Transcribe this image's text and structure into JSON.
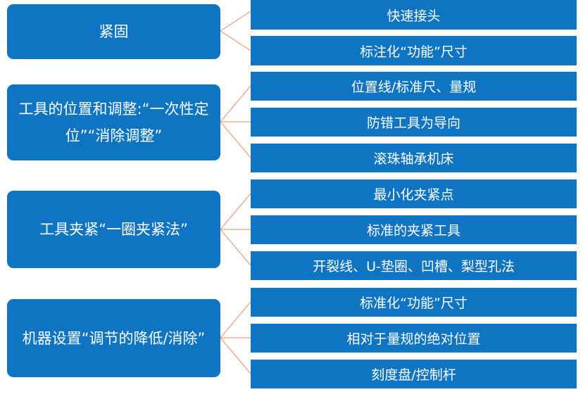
{
  "groups": [
    {
      "title": "紧固",
      "items": [
        "快速接头",
        "标注化“功能”尺寸"
      ]
    },
    {
      "title": "工具的位置和调整:“一次性定位”“消除调整”",
      "items": [
        "位置线/标准尺、量规",
        "防错工具为导向",
        "滚珠轴承机床"
      ]
    },
    {
      "title": "工具夹紧“一圈夹紧法”",
      "items": [
        "最小化夹紧点",
        "标准的夹紧工具",
        "开裂线、U-垫圈、凹槽、梨型孔法"
      ]
    },
    {
      "title": "机器设置“调节的降低/消除”",
      "items": [
        "标准化“功能”尺寸",
        "相对于量规的绝对位置",
        "刻度盘/控制杆"
      ]
    }
  ],
  "colors": {
    "box": "#0f75c3",
    "connector": "#f0a07a",
    "text": "#ffffff"
  }
}
